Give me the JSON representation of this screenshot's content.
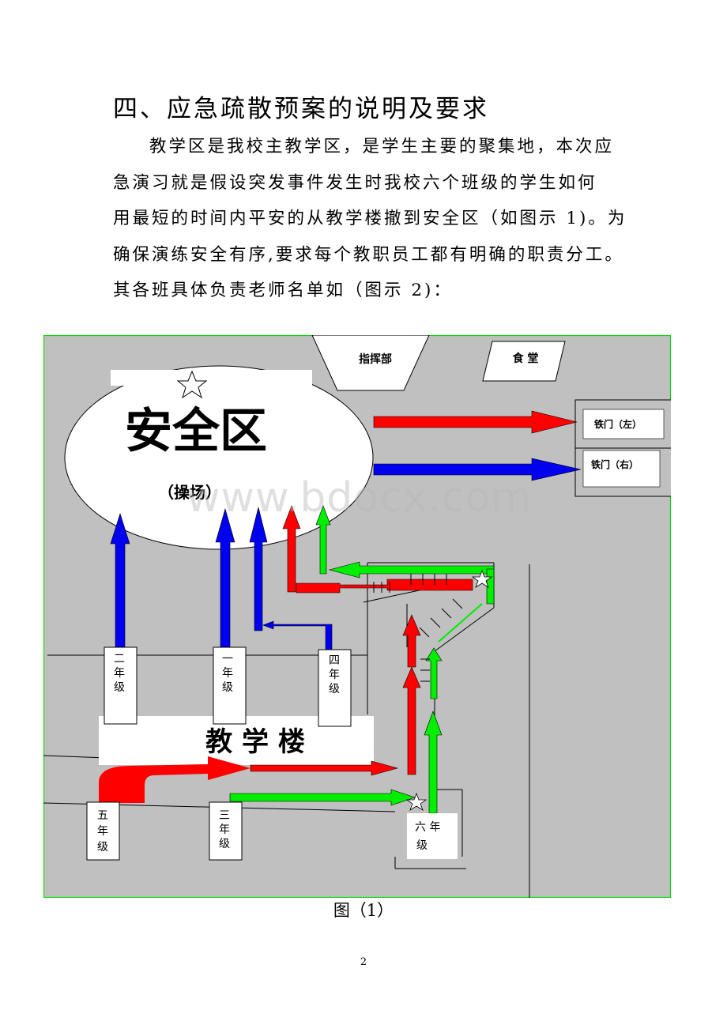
{
  "document": {
    "heading": "四、应急疏散预案的说明及要求",
    "paragraph_lines": [
      "教学区是我校主教学区，是学生主要的聚集地，本次应",
      "急演习就是假设突发事件发生时我校六个班级的学生如何",
      "用最短的时间内平安的从教学楼撤到安全区（如图示 1)。为",
      "确保演练安全有序,要求每个教职员工都有明确的职责分工。",
      "其各班具体负责老师名单如（图示 2)："
    ],
    "caption": "图（1）",
    "page_number": "2",
    "watermark": "www.bdocx.com"
  },
  "diagram": {
    "safe_zone_title": "安全区",
    "safe_zone_sub": "（操场）",
    "command_post": "指挥部",
    "canteen": "食  堂",
    "gate_left": "铁门（左）",
    "gate_right": "铁门（右）",
    "building": "教  学  楼",
    "grades": {
      "g2": [
        "二",
        "年",
        "级"
      ],
      "g1": [
        "一",
        "年",
        "级"
      ],
      "g4": [
        "四",
        "年",
        "级"
      ],
      "g5": [
        "五",
        "年",
        "级"
      ],
      "g3": [
        "三",
        "年",
        "级"
      ],
      "g6": [
        "六  年",
        "级"
      ]
    },
    "colors": {
      "ground": "#c0c0c0",
      "border": "#00dd00",
      "red": "#ff0000",
      "blue": "#0000ee",
      "green": "#00ee00"
    }
  }
}
